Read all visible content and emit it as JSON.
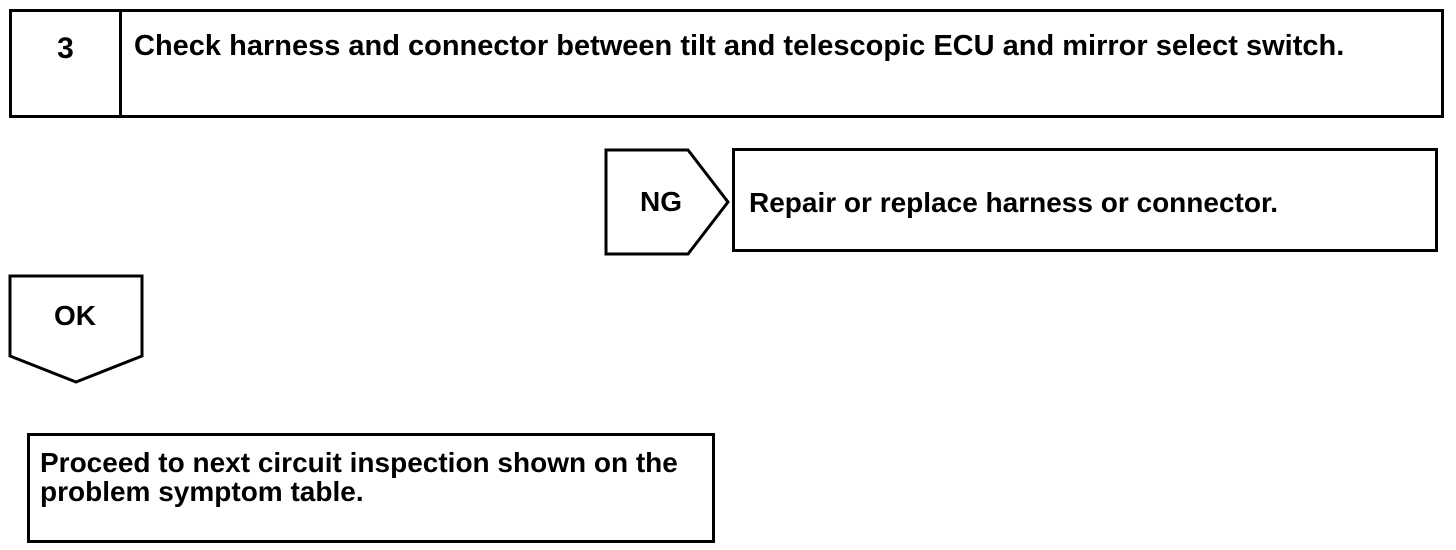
{
  "step": {
    "number": "3",
    "title": "Check harness and connector between tilt and telescopic ECU and mirror select switch."
  },
  "ng_branch": {
    "label": "NG",
    "action": "Repair or replace harness or connector."
  },
  "ok_branch": {
    "label": "OK",
    "action": "Proceed to next circuit inspection shown on the problem symptom table."
  }
}
